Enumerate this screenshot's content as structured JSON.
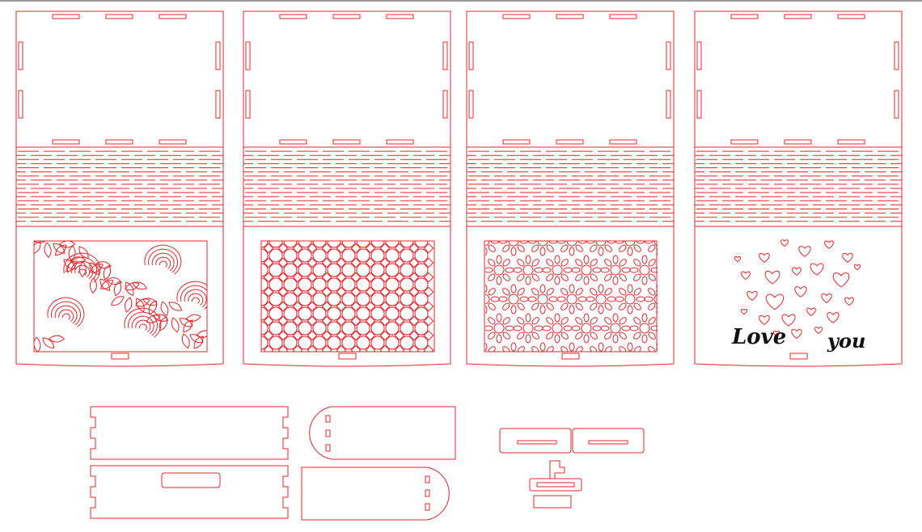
{
  "colors": {
    "cut_line": "#e8242b",
    "text": "#111111",
    "background": "#ffffff",
    "top_border": "#9a9a9a"
  },
  "panels": [
    {
      "id": "roses",
      "pattern": "rose-lattice"
    },
    {
      "id": "geometric",
      "pattern": "interlaced-geometric"
    },
    {
      "id": "arabesque",
      "pattern": "star-rosette"
    },
    {
      "id": "hearts",
      "pattern": "heart-cluster"
    }
  ],
  "engraving": {
    "word1": "Love",
    "word2": "you"
  },
  "parts": {
    "side_walls": {
      "count": 2,
      "shape": "finger-jointed-rectangle"
    },
    "end_caps": {
      "count": 2,
      "shape": "rounded-end-with-slots"
    },
    "latch": {
      "pieces": [
        "tab-left",
        "tab-right",
        "hook",
        "clip",
        "keeper"
      ]
    }
  }
}
